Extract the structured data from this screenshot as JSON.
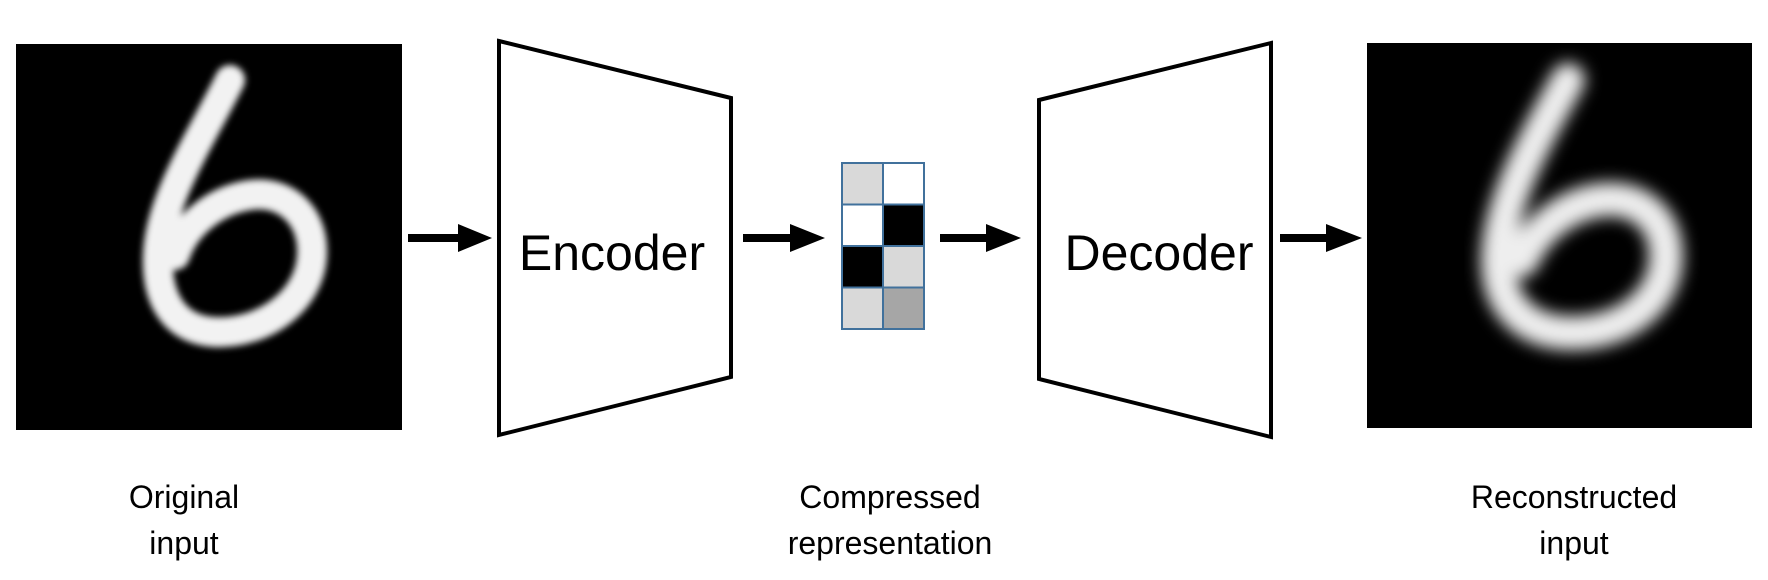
{
  "stages": {
    "original": {
      "caption_line1": "Original",
      "caption_line2": "input",
      "digit": "6"
    },
    "encoder": {
      "label": "Encoder"
    },
    "code": {
      "caption_line1": "Compressed",
      "caption_line2": "representation"
    },
    "decoder": {
      "label": "Decoder"
    },
    "reconstructed": {
      "caption_line1": "Reconstructed",
      "caption_line2": "input",
      "digit": "6"
    }
  },
  "latent_grid": {
    "cells": [
      [
        "#d9d9d9",
        "#ffffff"
      ],
      [
        "#ffffff",
        "#000000"
      ],
      [
        "#000000",
        "#d9d9d9"
      ],
      [
        "#d9d9d9",
        "#a6a6a6"
      ]
    ],
    "border_color": "#41719c"
  },
  "colors": {
    "stroke": "#000000",
    "image_bg": "#000000",
    "digit_stroke": "#f2f2f2"
  },
  "icons": {
    "arrow": "right-arrow-icon"
  }
}
